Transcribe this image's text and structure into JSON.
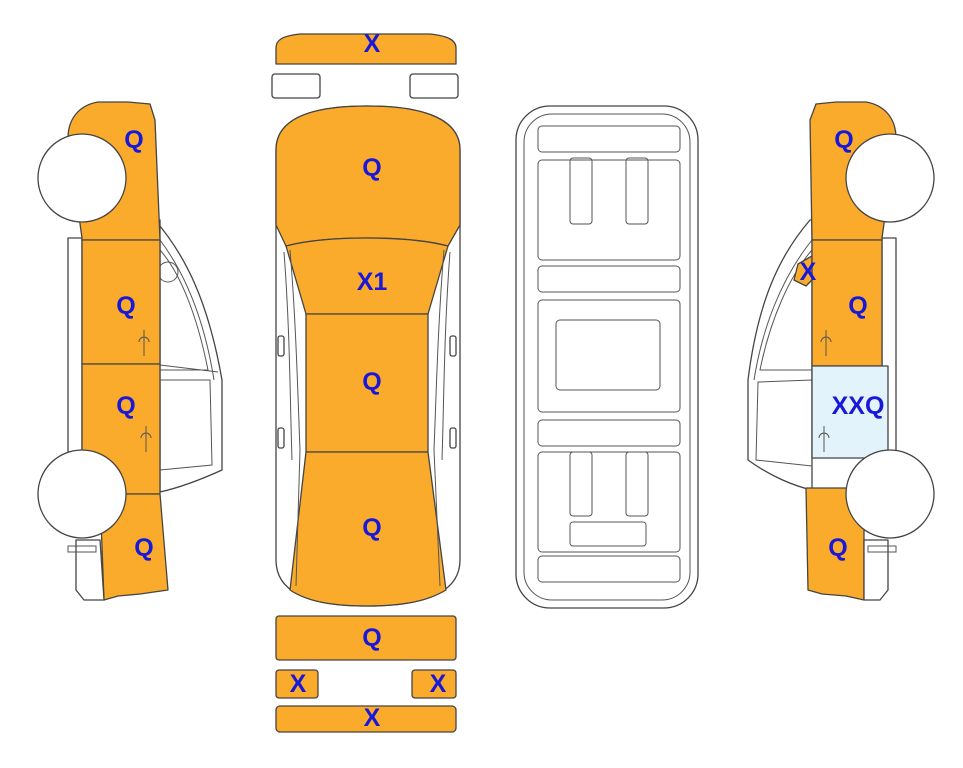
{
  "colors": {
    "orange": "#fbab2c",
    "light_blue": "#e3f3fb",
    "white": "#ffffff",
    "label": "#1818d8",
    "outline": "#444444"
  },
  "legend": {
    "left_side": {
      "front_fender": "Q",
      "front_door": "Q",
      "rear_door": "Q",
      "rear_quarter": "Q"
    },
    "top_view": {
      "front_bumper": "X",
      "hood": "Q",
      "windshield": "X1",
      "roof": "Q",
      "trunk": "Q",
      "rear_panel": "Q",
      "left_tail_light": "X",
      "right_tail_light": "X",
      "rear_bumper": "X"
    },
    "right_side": {
      "front_fender": "Q",
      "mirror": "X",
      "front_door": "Q",
      "rear_door": "XXQ",
      "rear_quarter": "Q"
    }
  }
}
